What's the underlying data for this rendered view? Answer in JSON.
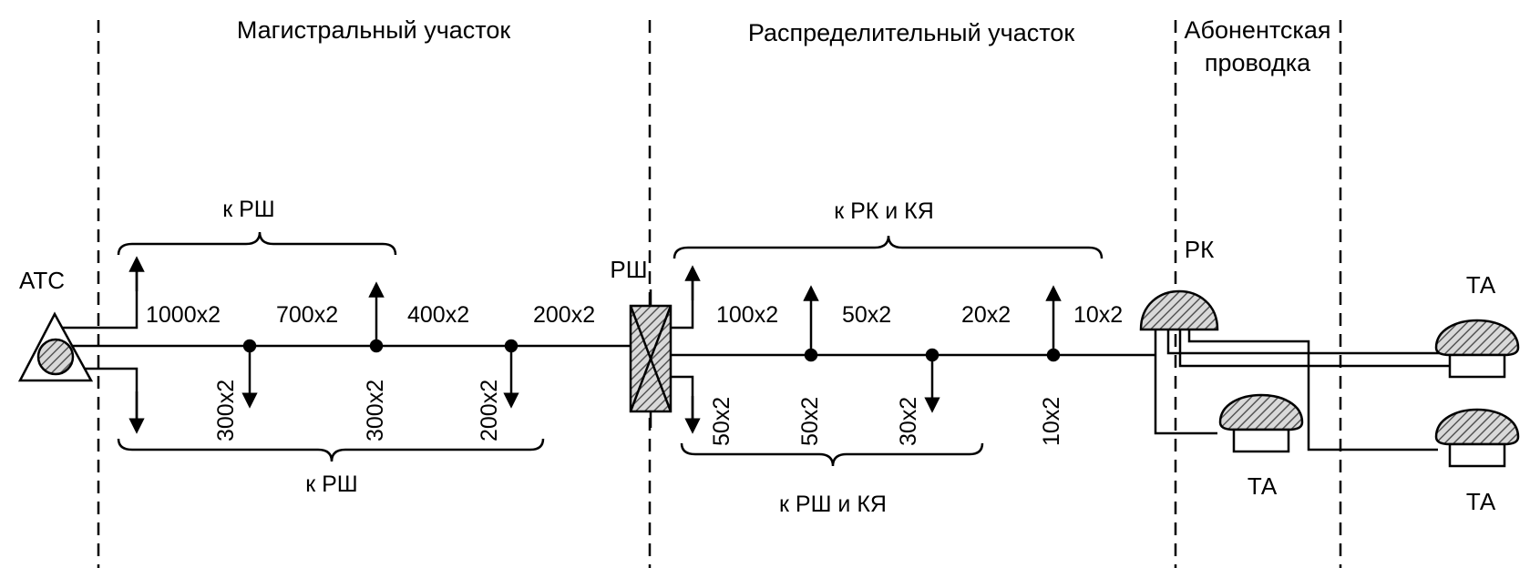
{
  "sections": {
    "trunk": "Магистральный участок",
    "distribution": "Распределительный участок",
    "subscriber_line1": "Абонентская",
    "subscriber_line2": "проводка"
  },
  "nodes": {
    "exchange": "АТС",
    "cabinet": "РШ",
    "box": "РК",
    "phone": "ТА"
  },
  "braces": {
    "trunk_top": "к РШ",
    "trunk_bottom": "к РШ",
    "dist_top": "к РК и КЯ",
    "dist_bottom": "к РШ и КЯ"
  },
  "trunk_cable": [
    "1000х2",
    "700х2",
    "400х2",
    "200х2"
  ],
  "trunk_branches": [
    "300х2",
    "300х2",
    "200х2"
  ],
  "dist_cable": [
    "100х2",
    "50х2",
    "20х2",
    "10х2"
  ],
  "dist_branches": [
    "50х2",
    "50х2",
    "30х2",
    "10х2"
  ],
  "colors": {
    "ink": "#000000",
    "paper": "#ffffff",
    "hatch": "#6a6a6a"
  }
}
